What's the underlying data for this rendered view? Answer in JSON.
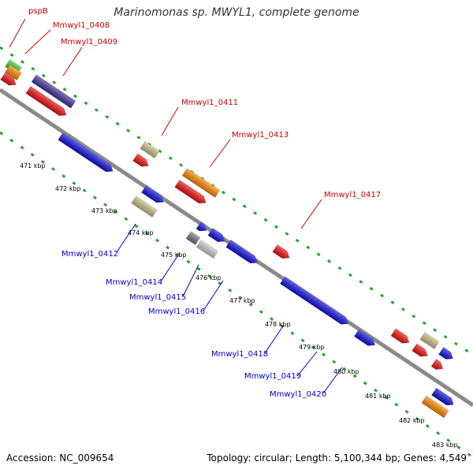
{
  "title": "Marinomonas sp. MWYL1, complete genome",
  "footer": {
    "accession": "Accession: NC_009654",
    "summary": "Topology: circular; Length: 5,100,344 bp; Genes: 4,549"
  },
  "colors": {
    "backbone": "#8a8a8a",
    "dots": "#22aa22",
    "top_label": "#cc0000",
    "bottom_label": "#0000cc",
    "red": "#ee1111",
    "blue": "#1111dd",
    "orange": "#ff8800",
    "green": "#33cc33",
    "purple": "#443399",
    "khaki": "#c8c088",
    "gray": "#777777",
    "lightgray": "#cccccc"
  },
  "ticks": [
    "471 kbp",
    "472 kbp",
    "473 kbp",
    "474 kbp",
    "475 kbp",
    "476 kbp",
    "477 kbp",
    "478 kbp",
    "479 kbp",
    "480 kbp",
    "481 kbp",
    "482 kbp",
    "483 kbp"
  ],
  "top_labels": [
    "pspB",
    "Mmwyl1_0408",
    "Mmwyl1_0409",
    "Mmwyl1_0411",
    "Mmwyl1_0413",
    "Mmwyl1_0417"
  ],
  "bottom_labels": [
    "Mmwyl1_0412",
    "Mmwyl1_0414",
    "Mmwyl1_0415",
    "Mmwyl1_0416",
    "Mmwyl1_0418",
    "Mmwyl1_0419",
    "Mmwyl1_0420"
  ]
}
